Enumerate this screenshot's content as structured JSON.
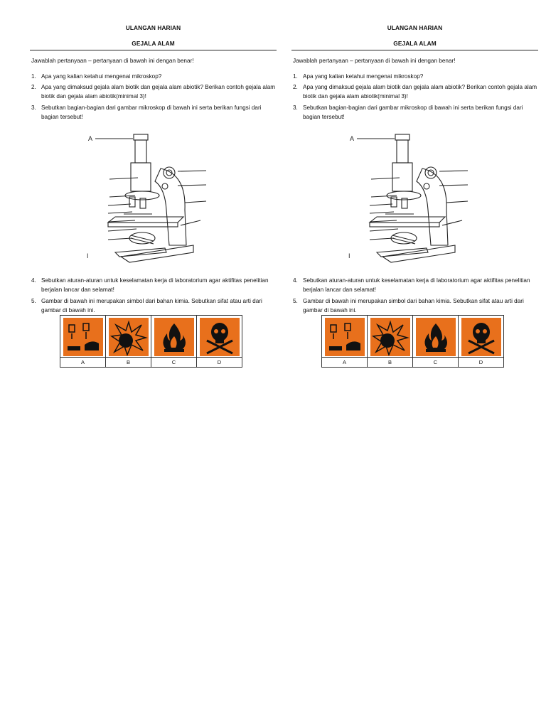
{
  "sheets": [
    {
      "title1": "ULANGAN HARIAN",
      "title2": "GEJALA ALAM",
      "instruction": "Jawablah pertanyaan – pertanyaan di bawah ini dengan benar!",
      "questions": [
        {
          "num": "1.",
          "text": "Apa yang kalian ketahui mengenai mikroskop?"
        },
        {
          "num": "2.",
          "text": "Apa yang dimaksud gejala alam biotik dan gejala alam abiotik? Berikan contoh gejala alam biotik dan gejala alam abiotik(minimal  3)!"
        },
        {
          "num": "3.",
          "text": "Sebutkan bagian-bagian dari gambar mikroskop di bawah ini serta berikan fungsi dari bagian tersebut!"
        },
        {
          "num": "4.",
          "text": "Sebutkan aturan-aturan  untuk keselamatan kerja di laboratorium agar aktifitas penelitian berjalan lancar dan selamat!"
        },
        {
          "num": "5.",
          "text": "Gambar di bawah ini merupakan simbol dari bahan kimia. Sebutkan sifat atau arti dari gambar di bawah ini."
        }
      ],
      "scope_labels": {
        "top": "A",
        "bottom": "I"
      },
      "hazards": [
        {
          "label": "A",
          "icon": "corrosive-icon"
        },
        {
          "label": "B",
          "icon": "explosive-icon"
        },
        {
          "label": "C",
          "icon": "flammable-icon"
        },
        {
          "label": "D",
          "icon": "toxic-icon"
        }
      ]
    },
    {
      "title1": "ULANGAN HARIAN",
      "title2": "GEJALA ALAM",
      "instruction": "Jawablah pertanyaan – pertanyaan di bawah ini dengan benar!",
      "questions": [
        {
          "num": "1.",
          "text": "Apa yang kalian ketahui mengenai mikroskop?"
        },
        {
          "num": "2.",
          "text": "Apa yang dimaksud gejala alam biotik dan gejala alam abiotik? Berikan contoh gejala alam biotik dan gejala alam abiotik(minimal  3)!"
        },
        {
          "num": "3.",
          "text": "Sebutkan bagian-bagian dari gambar mikroskop di bawah ini serta berikan fungsi dari bagian tersebut!"
        },
        {
          "num": "4.",
          "text": "Sebutkan aturan-aturan  untuk keselamatan kerja di laboratorium agar aktifitas penelitian berjalan lancar dan selamat!"
        },
        {
          "num": "5.",
          "text": "Gambar di bawah ini merupakan simbol dari bahan kimia. Sebutkan sifat atau arti dari gambar di bawah ini."
        }
      ],
      "scope_labels": {
        "top": "A",
        "bottom": "I"
      },
      "hazards": [
        {
          "label": "A",
          "icon": "corrosive-icon"
        },
        {
          "label": "B",
          "icon": "explosive-icon"
        },
        {
          "label": "C",
          "icon": "flammable-icon"
        },
        {
          "label": "D",
          "icon": "toxic-icon"
        }
      ]
    }
  ]
}
